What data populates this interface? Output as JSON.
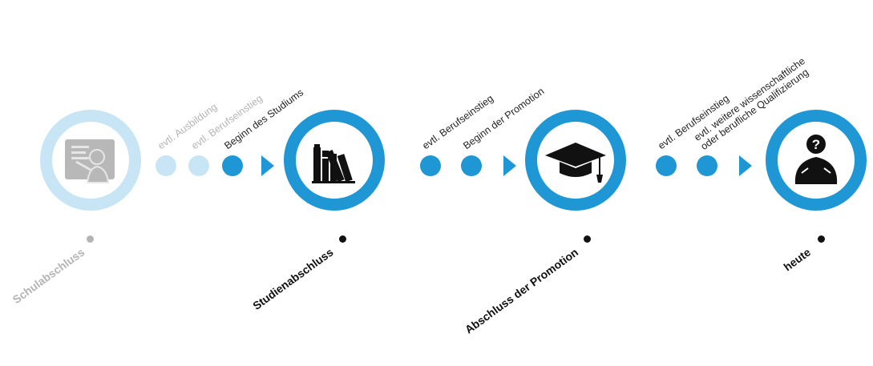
{
  "colors": {
    "accent": "#1f97d4",
    "accent_faded": "#c8e5f6",
    "text_faded": "#b4b4b4",
    "text": "#111111"
  },
  "milestones": [
    {
      "label": "Schulabschluss",
      "icon": "teacher-at-board-icon",
      "faded": true
    },
    {
      "label": "Studienabschluss",
      "icon": "books-icon",
      "faded": false
    },
    {
      "label": "Abschluss der Promotion",
      "icon": "graduation-cap-icon",
      "faded": false
    },
    {
      "label": "heute",
      "icon": "person-question-icon",
      "faded": false
    }
  ],
  "steps": {
    "segment1": [
      "evtl. Ausbildung",
      "evtl. Berufseinstieg",
      "Beginn des Studiums"
    ],
    "segment2": [
      "evtl. Berufseinstieg",
      "Beginn der Promotion"
    ],
    "segment3": [
      "evtl. Berufseinstieg",
      "evtl. weitere wissenschaftliche oder berufliche Qualifizierung"
    ]
  }
}
